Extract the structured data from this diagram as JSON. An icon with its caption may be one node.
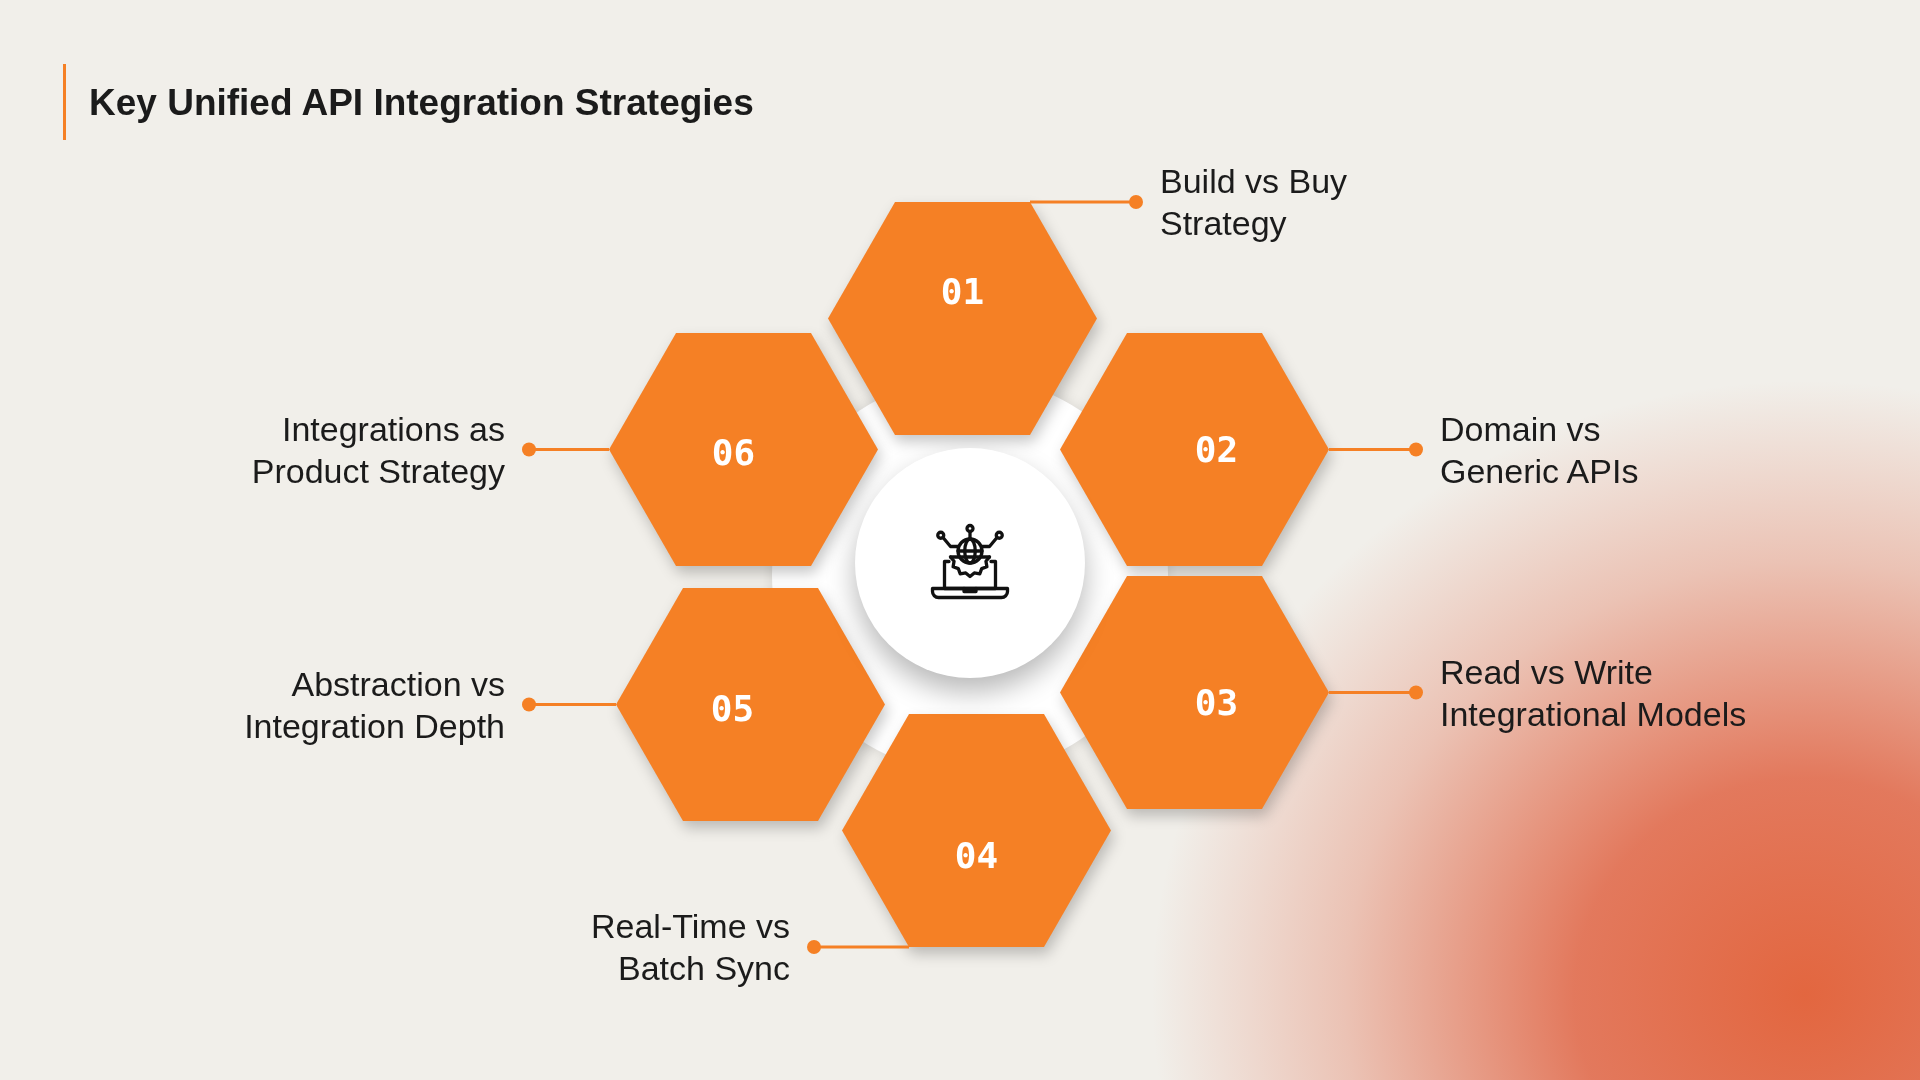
{
  "diagram": {
    "title": "Key Unified API Integration Strategies",
    "nodes": [
      {
        "text": [
          "01"
        ]
      },
      {
        "text": [
          "02"
        ]
      },
      {
        "text": [
          "03"
        ]
      },
      {
        "text": [
          "04"
        ]
      },
      {
        "text": [
          "05"
        ]
      },
      {
        "text": [
          "06"
        ]
      },
      {
        "text": [
          "Build vs Buy Strategy"
        ]
      },
      {
        "text": [
          "Domain vs Generic APIs"
        ]
      },
      {
        "text": [
          "Read vs Write Integrational Models"
        ]
      },
      {
        "text": [
          "Real-Time vs Batch Sync"
        ]
      },
      {
        "text": [
          "Abstraction vs Integration Depth"
        ]
      },
      {
        "text": [
          "Integrations as Product Strategy"
        ]
      }
    ],
    "edges": [
      {
        "from": 6,
        "to": 0,
        "arrow": "other"
      },
      {
        "from": 7,
        "to": 1,
        "arrow": "other"
      },
      {
        "from": 8,
        "to": 2,
        "arrow": "other"
      },
      {
        "from": 9,
        "to": 3,
        "arrow": "other"
      },
      {
        "from": 10,
        "to": 4,
        "arrow": "other"
      },
      {
        "from": 11,
        "to": 5,
        "arrow": "other"
      }
    ]
  }
}
